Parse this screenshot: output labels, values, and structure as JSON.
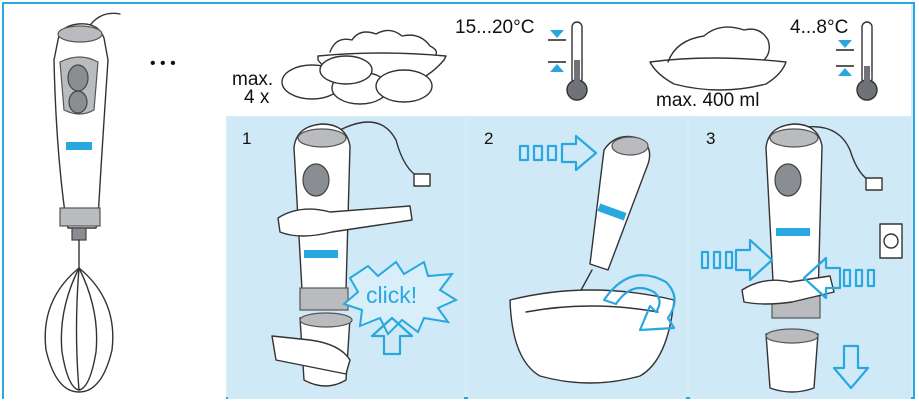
{
  "top": {
    "eggs_label_line1": "max.",
    "eggs_label_line2": "4 x",
    "egg_temp": "15...20°C",
    "cream_temp": "4...8°C",
    "cream_label": "max. 400 ml",
    "dots": "• • •"
  },
  "steps": [
    {
      "number": "1",
      "callout": "click!"
    },
    {
      "number": "2"
    },
    {
      "number": "3"
    }
  ],
  "colors": {
    "accent_blue": "#29a8e0",
    "panel_blue": "#cfe9f7"
  }
}
